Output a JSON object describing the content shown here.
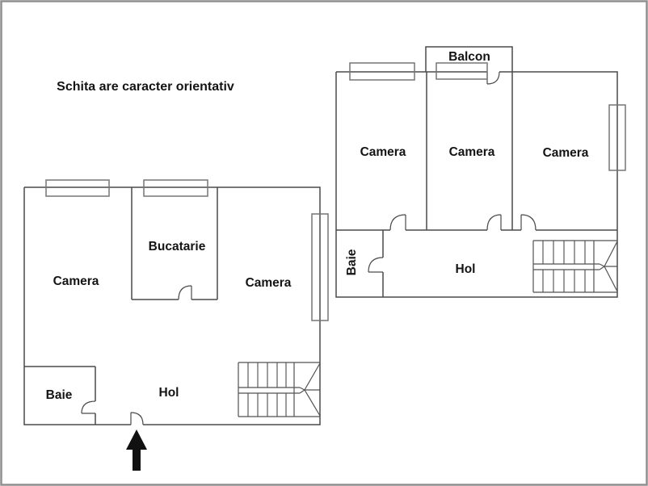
{
  "title": "Schita are caracter orientativ",
  "colors": {
    "wall": "#4a4a4a",
    "window": "#757575",
    "stair_outline": "#525252",
    "stair_tread": "#9c9c9c",
    "arrow": "#111111",
    "text": "#141414",
    "border": "#8f8f8f",
    "background": "#ffffff"
  },
  "floors": {
    "ground": {
      "rooms": {
        "camera_left": "Camera",
        "bucatarie": "Bucatarie",
        "camera_right": "Camera",
        "baie": "Baie",
        "hol": "Hol"
      }
    },
    "upper": {
      "rooms": {
        "balcon": "Balcon",
        "camera_1": "Camera",
        "camera_2": "Camera",
        "camera_3": "Camera",
        "baie": "Baie",
        "hol": "Hol"
      }
    }
  }
}
